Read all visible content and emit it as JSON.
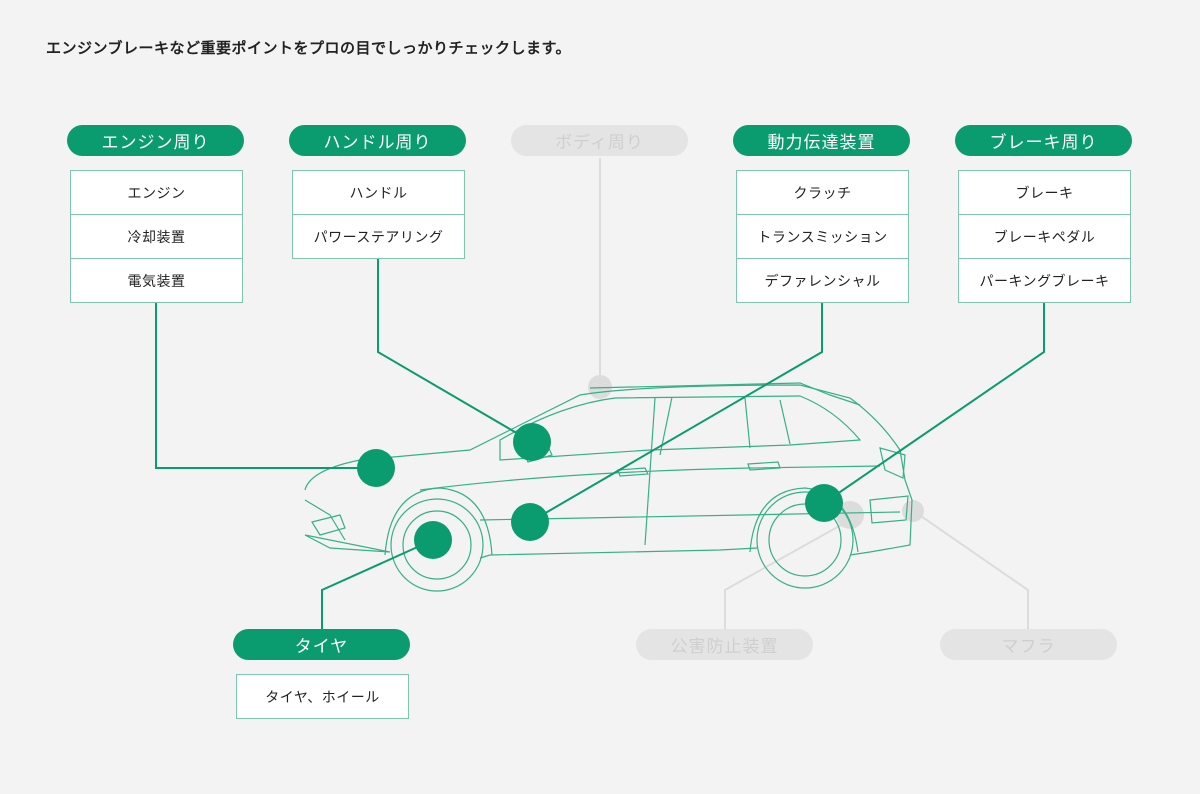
{
  "headline": "エンジンブレーキなど重要ポイントをプロの目でしっかりチェックします。",
  "categories": {
    "engine": {
      "title": "エンジン周り",
      "items": [
        "エンジン",
        "冷却装置",
        "電気装置"
      ]
    },
    "handle": {
      "title": "ハンドル周り",
      "items": [
        "ハンドル",
        "パワーステアリング"
      ]
    },
    "body": {
      "title": "ボディ周り"
    },
    "drivetrain": {
      "title": "動力伝達装置",
      "items": [
        "クラッチ",
        "トランスミッション",
        "デファレンシャル"
      ]
    },
    "brake": {
      "title": "ブレーキ周り",
      "items": [
        "ブレーキ",
        "ブレーキペダル",
        "パーキングブレーキ"
      ]
    },
    "tire": {
      "title": "タイヤ",
      "items": [
        "タイヤ、ホイール"
      ]
    },
    "emission": {
      "title": "公害防止装置"
    },
    "muffler": {
      "title": "マフラ"
    }
  },
  "colors": {
    "accent": "#0a9b6f",
    "inactive": "#e4e4e4",
    "background": "#f3f3f3"
  }
}
